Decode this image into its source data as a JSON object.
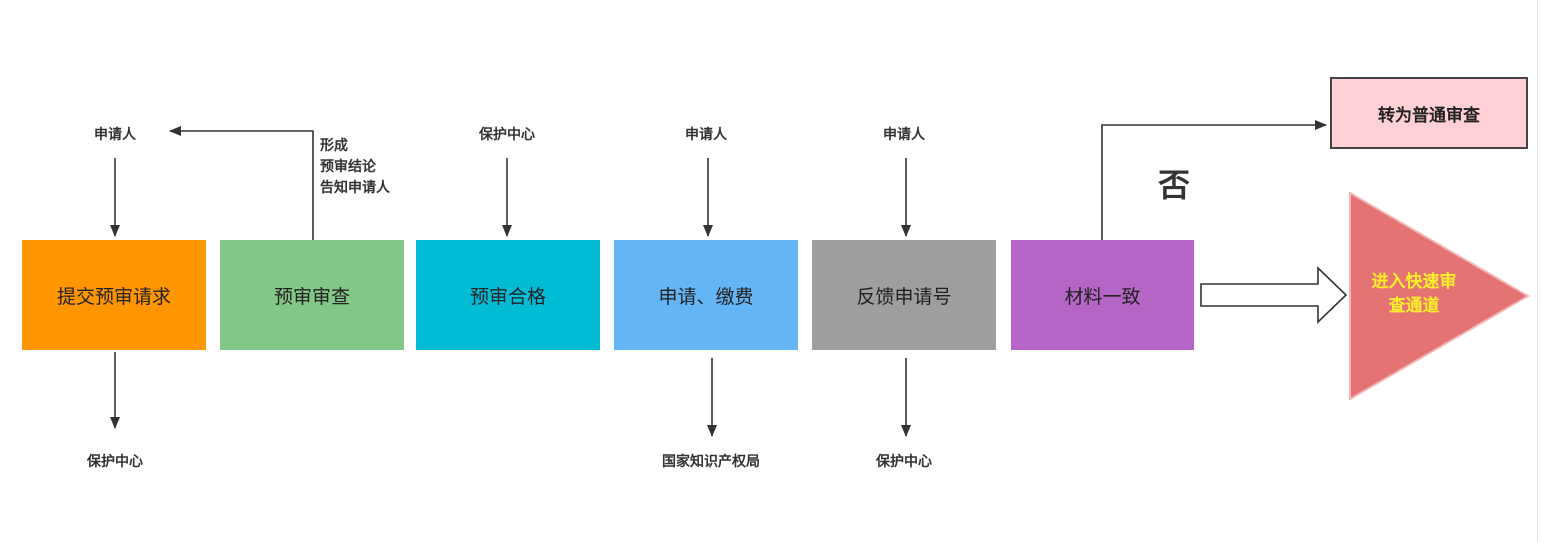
{
  "colors": {
    "submit": "#ff9501",
    "review": "#82c785",
    "qualified": "#00bcd4",
    "apply": "#64b5f6",
    "feedback": "#9e9e9e",
    "consistent": "#b565c6",
    "fast_track": "#e57373",
    "normal": "#ffd0d6",
    "fast_text": "#ffef2a"
  },
  "steps": {
    "submit": "提交预审请求",
    "review": "预审审查",
    "qualified": "预审合格",
    "apply": "申请、缴费",
    "feedback": "反馈申请号",
    "consistent": "材料一致"
  },
  "labels": {
    "top_submit": "申请人",
    "bottom_submit": "保护中心",
    "review_note": [
      "形成",
      "预审结论",
      "告知申请人"
    ],
    "top_qualified": "保护中心",
    "top_apply": "申请人",
    "bottom_apply": "国家知识产权局",
    "top_feedback": "申请人",
    "bottom_feedback": "保护中心",
    "no": "否"
  },
  "outcomes": {
    "normal": "转为普通审查",
    "fast": [
      "进入快速审",
      "查通道"
    ]
  }
}
